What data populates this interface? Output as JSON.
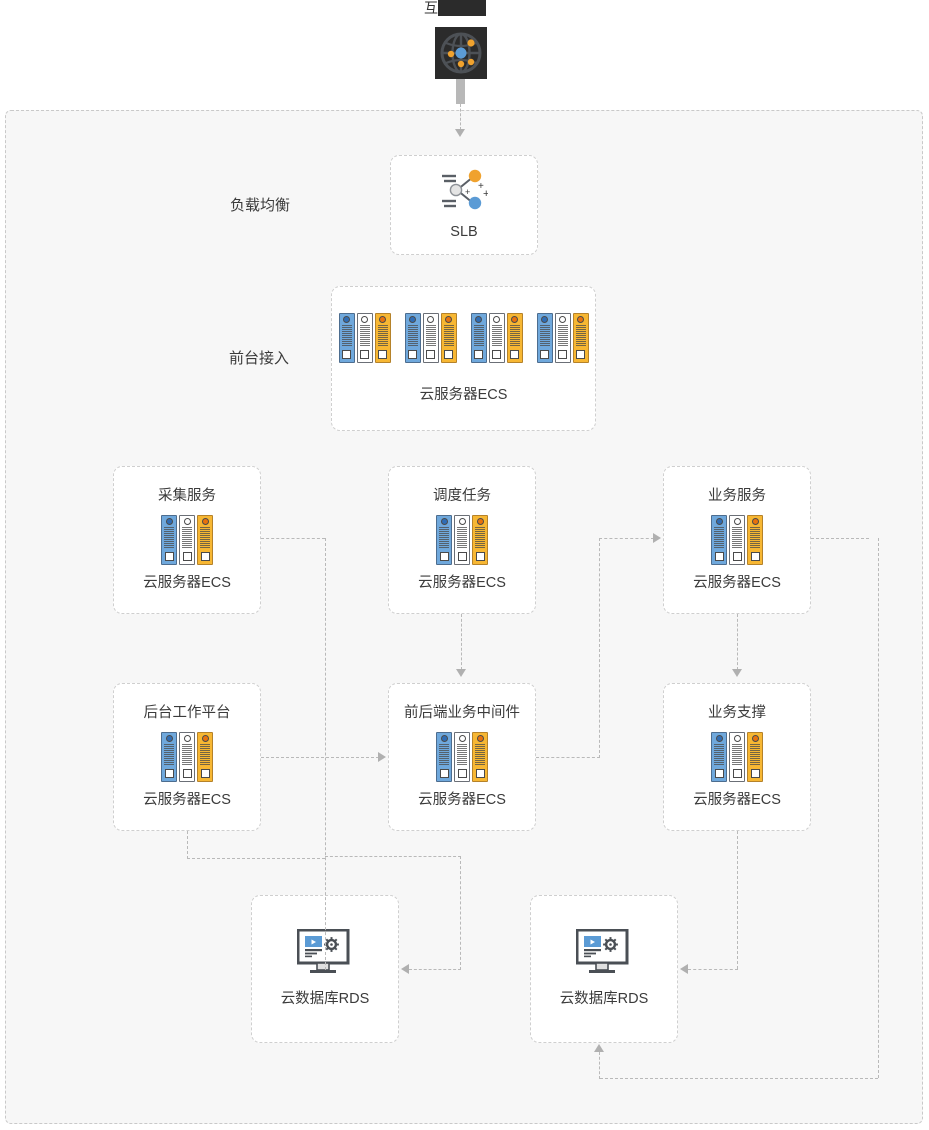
{
  "diagram": {
    "title_internet": "互联网",
    "sections": [
      {
        "id": "load-balance",
        "label": "负载均衡"
      },
      {
        "id": "frontend-access",
        "label": "前台接入"
      }
    ],
    "nodes": {
      "slb": {
        "title": "",
        "caption": "SLB",
        "icon": "slb-icon"
      },
      "ecs_cluster": {
        "title": "",
        "caption": "云服务器ECS",
        "icon": "server-rack-icon",
        "rack_count": 4
      },
      "collect_service": {
        "title": "采集服务",
        "caption": "云服务器ECS",
        "icon": "server-rack-icon"
      },
      "schedule_task": {
        "title": "调度任务",
        "caption": "云服务器ECS",
        "icon": "server-rack-icon"
      },
      "business_service": {
        "title": "业务服务",
        "caption": "云服务器ECS",
        "icon": "server-rack-icon"
      },
      "backend_platform": {
        "title": "后台工作平台",
        "caption": "云服务器ECS",
        "icon": "server-rack-icon"
      },
      "middleware": {
        "title": "前后端业务中间件",
        "caption": "云服务器ECS",
        "icon": "server-rack-icon"
      },
      "business_support": {
        "title": "业务支撑",
        "caption": "云服务器ECS",
        "icon": "server-rack-icon"
      },
      "rds_left": {
        "title": "",
        "caption": "云数据库RDS",
        "icon": "rds-monitor-icon"
      },
      "rds_right": {
        "title": "",
        "caption": "云数据库RDS",
        "icon": "rds-monitor-icon"
      }
    },
    "colors": {
      "canvas": "#ffffff",
      "region_fill": "#f7f7f7",
      "region_border": "#c9c9c9",
      "node_border": "#cfcfcf",
      "node_fill": "#ffffff",
      "text": "#3b3b3b",
      "connector": "#b9b9b9",
      "accent_blue": "#6fa8dc",
      "accent_orange": "#f7b733",
      "accent_dark": "#2b2b2b",
      "rds_screen_blue": "#6fa8dc"
    },
    "edges": [
      {
        "from": "internet",
        "to": "slb",
        "style": "dashed-arrow-down"
      },
      {
        "from": "schedule_task",
        "to": "middleware",
        "style": "dashed-arrow-down"
      },
      {
        "from": "backend_platform",
        "to": "middleware",
        "style": "dashed-arrow-right"
      },
      {
        "from": "collect_service",
        "to": "rds_left",
        "style": "dashed-elbow-arrow-left"
      },
      {
        "from": "middleware",
        "to": "business_service",
        "style": "dashed-elbow-arrow-right"
      },
      {
        "from": "business_service",
        "to": "business_support",
        "style": "dashed-arrow-down"
      },
      {
        "from": "business_support",
        "to": "rds_right",
        "style": "dashed-elbow-arrow-left"
      },
      {
        "from": "backend_platform",
        "to": "rds_left",
        "style": "dashed-elbow-loop"
      },
      {
        "from": "business_support_right_loop",
        "to": "rds_right",
        "style": "dashed-elbow-arrow-up"
      }
    ]
  }
}
